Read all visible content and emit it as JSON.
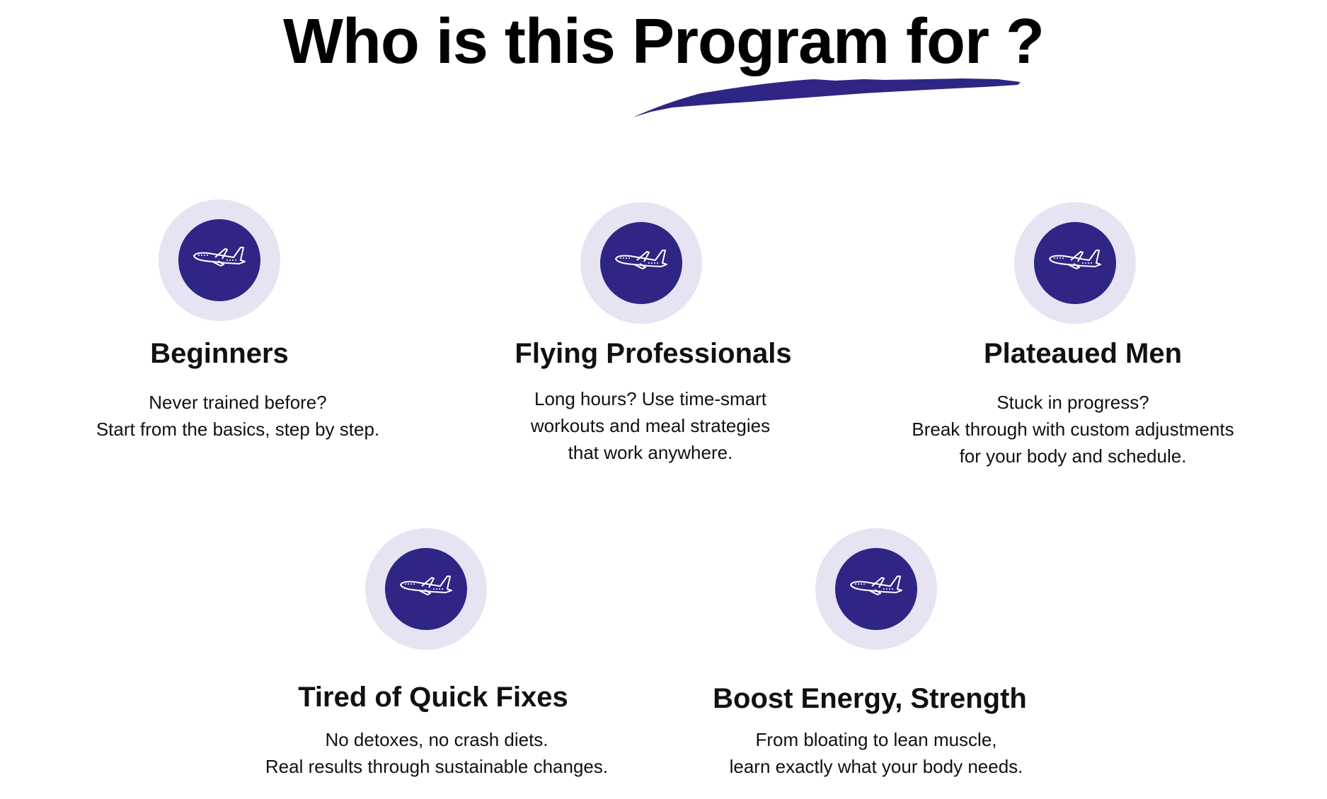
{
  "header": {
    "title": "Who is this Program for ?"
  },
  "colors": {
    "accent": "#2e2585",
    "ring": "#e6e4f2"
  },
  "cards": [
    {
      "icon": "airplane-icon",
      "title": "Beginners",
      "lines": [
        "Never trained before?",
        "Start from the basics, step by step."
      ]
    },
    {
      "icon": "airplane-icon",
      "title": "Flying Professionals",
      "lines": [
        "Long hours? Use time-smart",
        "workouts and meal strategies",
        "that work anywhere."
      ]
    },
    {
      "icon": "airplane-icon",
      "title": "Plateaued Men",
      "lines": [
        "Stuck in progress?",
        "Break through with custom adjustments",
        "for your body and schedule."
      ]
    },
    {
      "icon": "airplane-icon",
      "title": "Tired of Quick Fixes",
      "lines": [
        "No detoxes, no crash diets.",
        "Real results through sustainable changes."
      ]
    },
    {
      "icon": "airplane-icon",
      "title": "Boost Energy, Strength",
      "lines": [
        "From bloating to lean muscle,",
        "learn exactly what your body needs."
      ]
    }
  ]
}
